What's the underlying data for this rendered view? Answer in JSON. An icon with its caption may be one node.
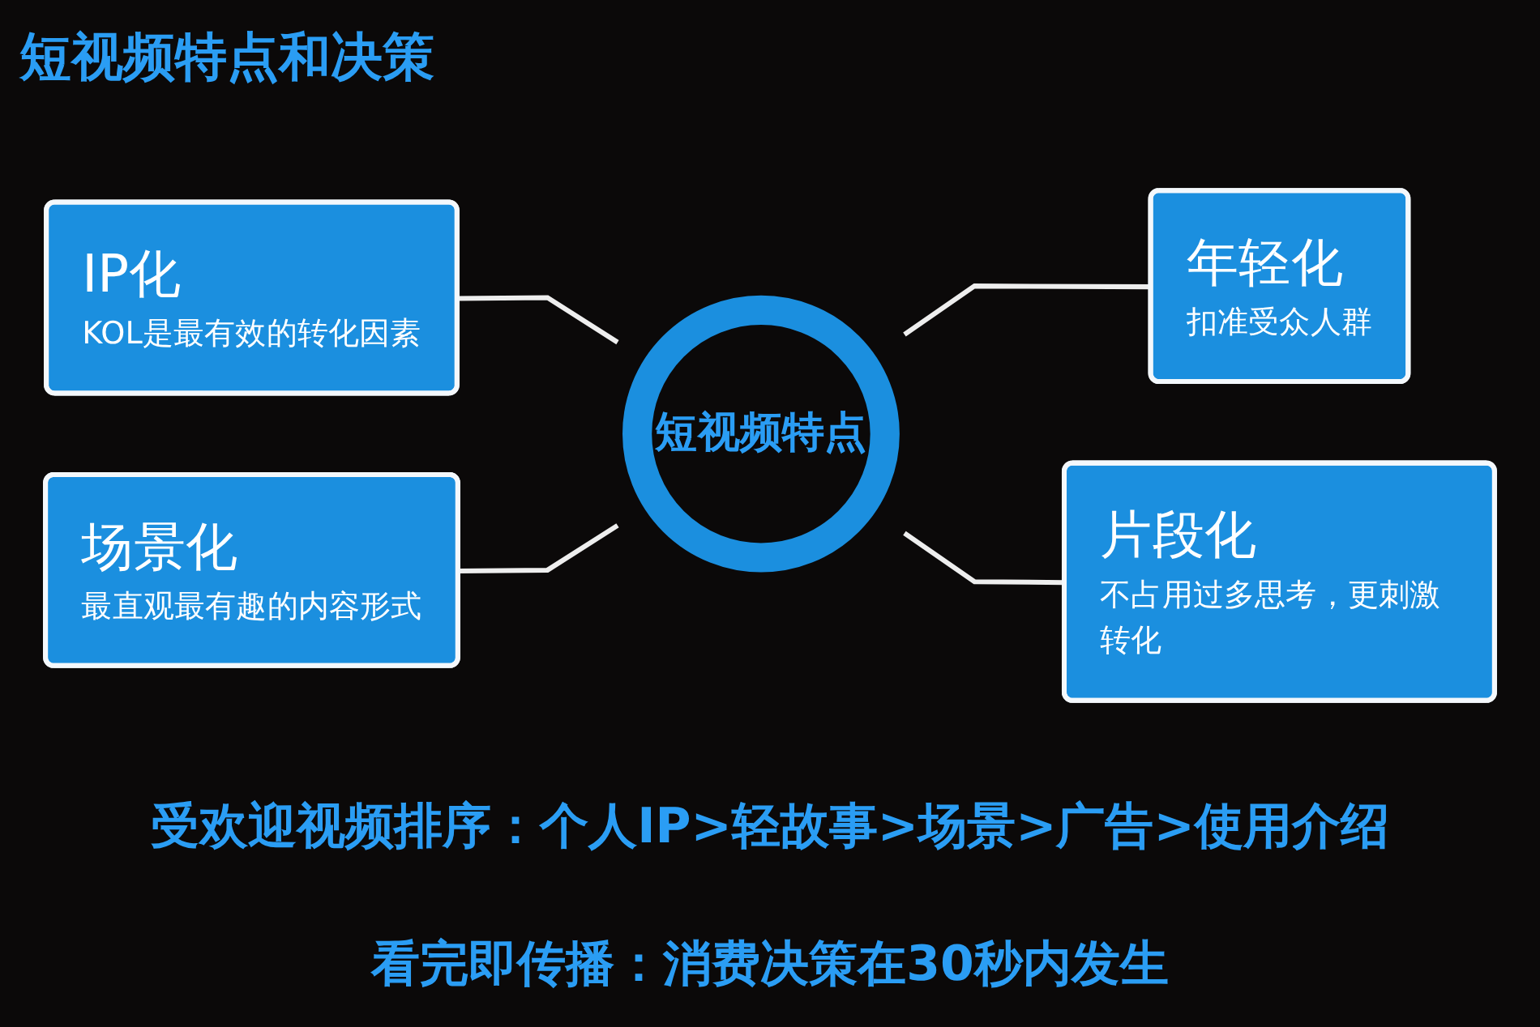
{
  "diagram": {
    "title": "短视频特点和决策",
    "nodes": [
      {
        "text": [
          "IP化",
          "KOL是最有效的转化因素"
        ]
      },
      {
        "text": [
          "场景化",
          "最直观最有趣的内容形式"
        ]
      },
      {
        "text": [
          "短视频特点"
        ]
      },
      {
        "text": [
          "年轻化",
          "扣准受众人群"
        ]
      },
      {
        "text": [
          "片段化",
          "不占用过多思考，更刺激转化"
        ]
      }
    ],
    "edges": [
      {
        "from": 0,
        "to": 2,
        "arrow": "none"
      },
      {
        "from": 1,
        "to": 2,
        "arrow": "none"
      },
      {
        "from": 2,
        "to": 3,
        "arrow": "none"
      },
      {
        "from": 2,
        "to": 4,
        "arrow": "none"
      }
    ],
    "labels": [
      "受欢迎视频排序：个人IP>轻故事>场景>广告>使用介绍",
      "看完即传播：消费决策在30秒内发生"
    ]
  }
}
